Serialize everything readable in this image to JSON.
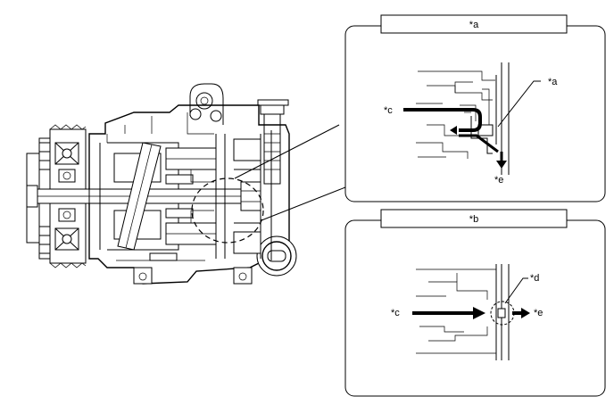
{
  "labels": {
    "panel_a_title": "*a",
    "panel_b_title": "*b",
    "a_callout": "*a",
    "c_upper": "*c",
    "e_upper": "*e",
    "c_lower": "*c",
    "d_lower": "*d",
    "e_lower": "*e"
  },
  "colors": {
    "line": "#000000",
    "background": "#ffffff"
  }
}
